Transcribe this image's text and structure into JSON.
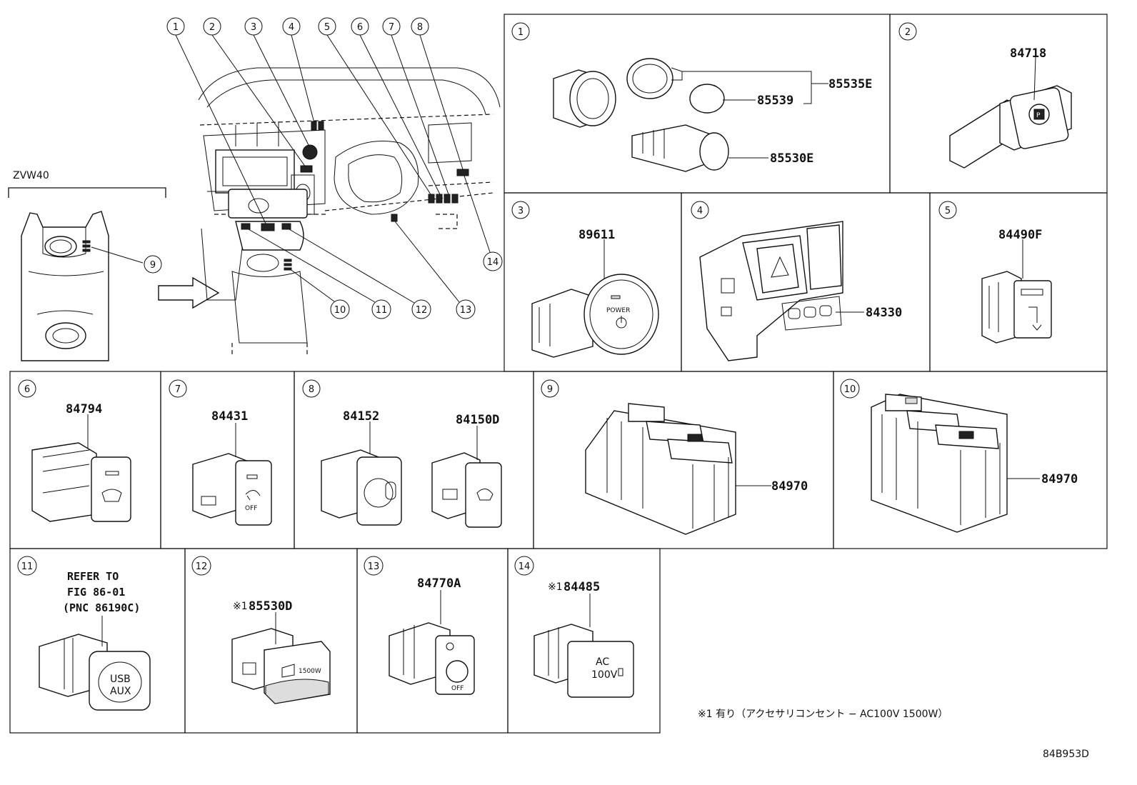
{
  "overview": {
    "variant_label": "ZVW40",
    "callouts": [
      "1",
      "2",
      "3",
      "4",
      "5",
      "6",
      "7",
      "8",
      "9",
      "10",
      "11",
      "12",
      "13",
      "14"
    ]
  },
  "panels": [
    {
      "index": "1",
      "parts": [
        "85535E",
        "85539",
        "85530E"
      ]
    },
    {
      "index": "2",
      "parts": [
        "84718"
      ]
    },
    {
      "index": "3",
      "parts": [
        "89611"
      ],
      "button_text": "POWER"
    },
    {
      "index": "4",
      "parts": [
        "84330"
      ]
    },
    {
      "index": "5",
      "parts": [
        "84490F"
      ]
    },
    {
      "index": "6",
      "parts": [
        "84794"
      ]
    },
    {
      "index": "7",
      "parts": [
        "84431"
      ],
      "button_text": "OFF"
    },
    {
      "index": "8",
      "parts": [
        "84152",
        "84150D"
      ]
    },
    {
      "index": "9",
      "parts": [
        "84970"
      ]
    },
    {
      "index": "10",
      "parts": [
        "84970"
      ]
    },
    {
      "index": "11",
      "refer": [
        "REFER TO",
        "FIG 86-01",
        "(PNC 86190C)"
      ],
      "button_text": [
        "USB",
        "AUX"
      ]
    },
    {
      "index": "12",
      "marker": "※1",
      "parts": [
        "85530D"
      ],
      "button_text": "1500W"
    },
    {
      "index": "13",
      "parts": [
        "84770A"
      ],
      "button_text": "OFF"
    },
    {
      "index": "14",
      "marker": "※1",
      "parts": [
        "84485"
      ],
      "button_text": [
        "AC",
        "100V"
      ]
    }
  ],
  "footnote": "※1 有り（アクセサリコンセント − AC100V 1500W）",
  "figure_code": "84B953D"
}
